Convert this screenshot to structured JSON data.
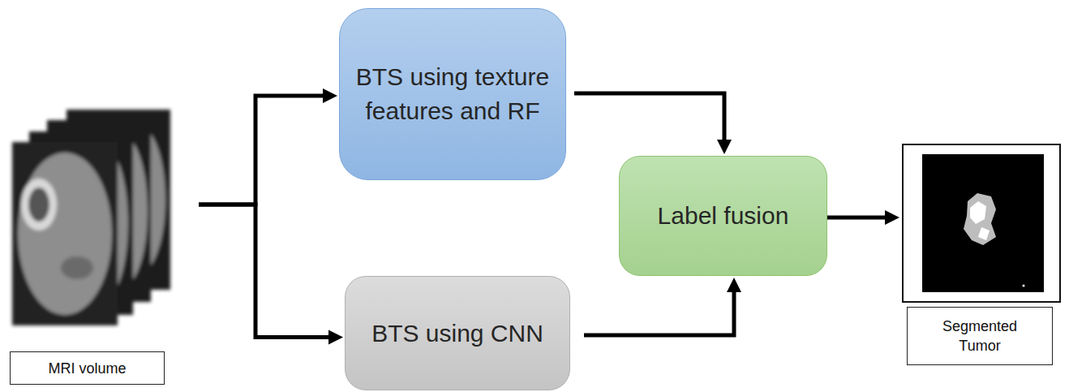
{
  "diagram": {
    "nodes": [
      {
        "text": [
          "MRI volume"
        ]
      },
      {
        "text": [
          "BTS using texture features and RF"
        ]
      },
      {
        "text": [
          "BTS using CNN"
        ]
      },
      {
        "text": [
          "Label fusion"
        ]
      },
      {
        "text": [
          "Segmented Tumor"
        ]
      }
    ],
    "edges": [
      {
        "from": 0,
        "to": 1,
        "arrow": "to"
      },
      {
        "from": 0,
        "to": 2,
        "arrow": "to"
      },
      {
        "from": 1,
        "to": 3,
        "arrow": "to"
      },
      {
        "from": 2,
        "to": 3,
        "arrow": "to"
      },
      {
        "from": 3,
        "to": 4,
        "arrow": "to"
      }
    ]
  }
}
